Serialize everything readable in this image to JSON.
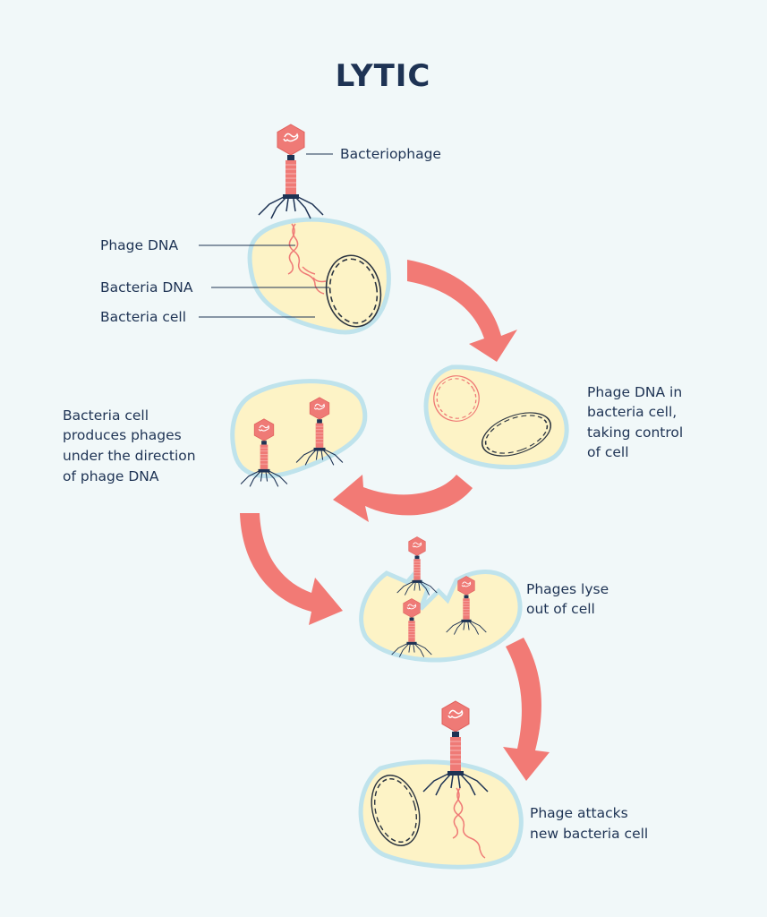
{
  "title": "LYTIC",
  "labels": {
    "bacteriophage": "Bacteriophage",
    "phage_dna": "Phage DNA",
    "bacteria_dna": "Bacteria DNA",
    "bacteria_cell": "Bacteria cell",
    "step2": [
      "Phage DNA in",
      "bacteria cell,",
      "taking control",
      "of cell"
    ],
    "step3": [
      "Bacteria cell",
      "produces phages",
      "under the direction",
      "of phage DNA"
    ],
    "step4": [
      "Phages lyse",
      "out of cell"
    ],
    "step5": [
      "Phage attacks",
      "new bacteria cell"
    ]
  },
  "colors": {
    "background": "#f1f8f9",
    "text": "#1e3354",
    "arrow": "#f27a75",
    "phage": "#ef7a76",
    "cell_fill": "#fdf3c6",
    "cell_border": "#bfe3ec"
  }
}
